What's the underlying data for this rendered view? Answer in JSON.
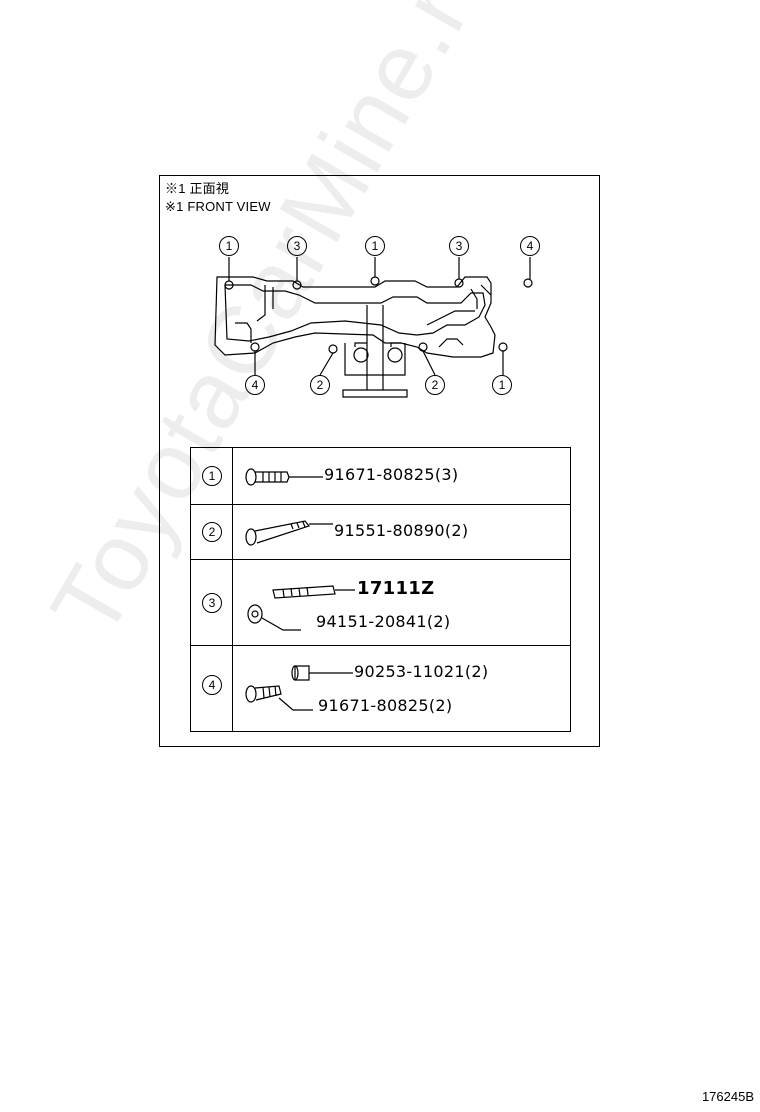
{
  "header": {
    "line1": "※1 正面視",
    "line2": "※1 FRONT VIEW"
  },
  "diagram": {
    "callouts_top": [
      "1",
      "3",
      "1",
      "3",
      "4"
    ],
    "callouts_bottom": [
      "4",
      "2",
      "2",
      "1"
    ]
  },
  "parts": [
    {
      "ref": "1",
      "numbers": [
        "91671-80825(3)"
      ]
    },
    {
      "ref": "2",
      "numbers": [
        "91551-80890(2)"
      ]
    },
    {
      "ref": "3",
      "numbers": [
        "17111Z",
        "94151-20841(2)"
      ]
    },
    {
      "ref": "4",
      "numbers": [
        "90253-11021(2)",
        "91671-80825(2)"
      ]
    }
  ],
  "watermark": "ToyotaCarMine.ru",
  "diagram_code": "176245B"
}
